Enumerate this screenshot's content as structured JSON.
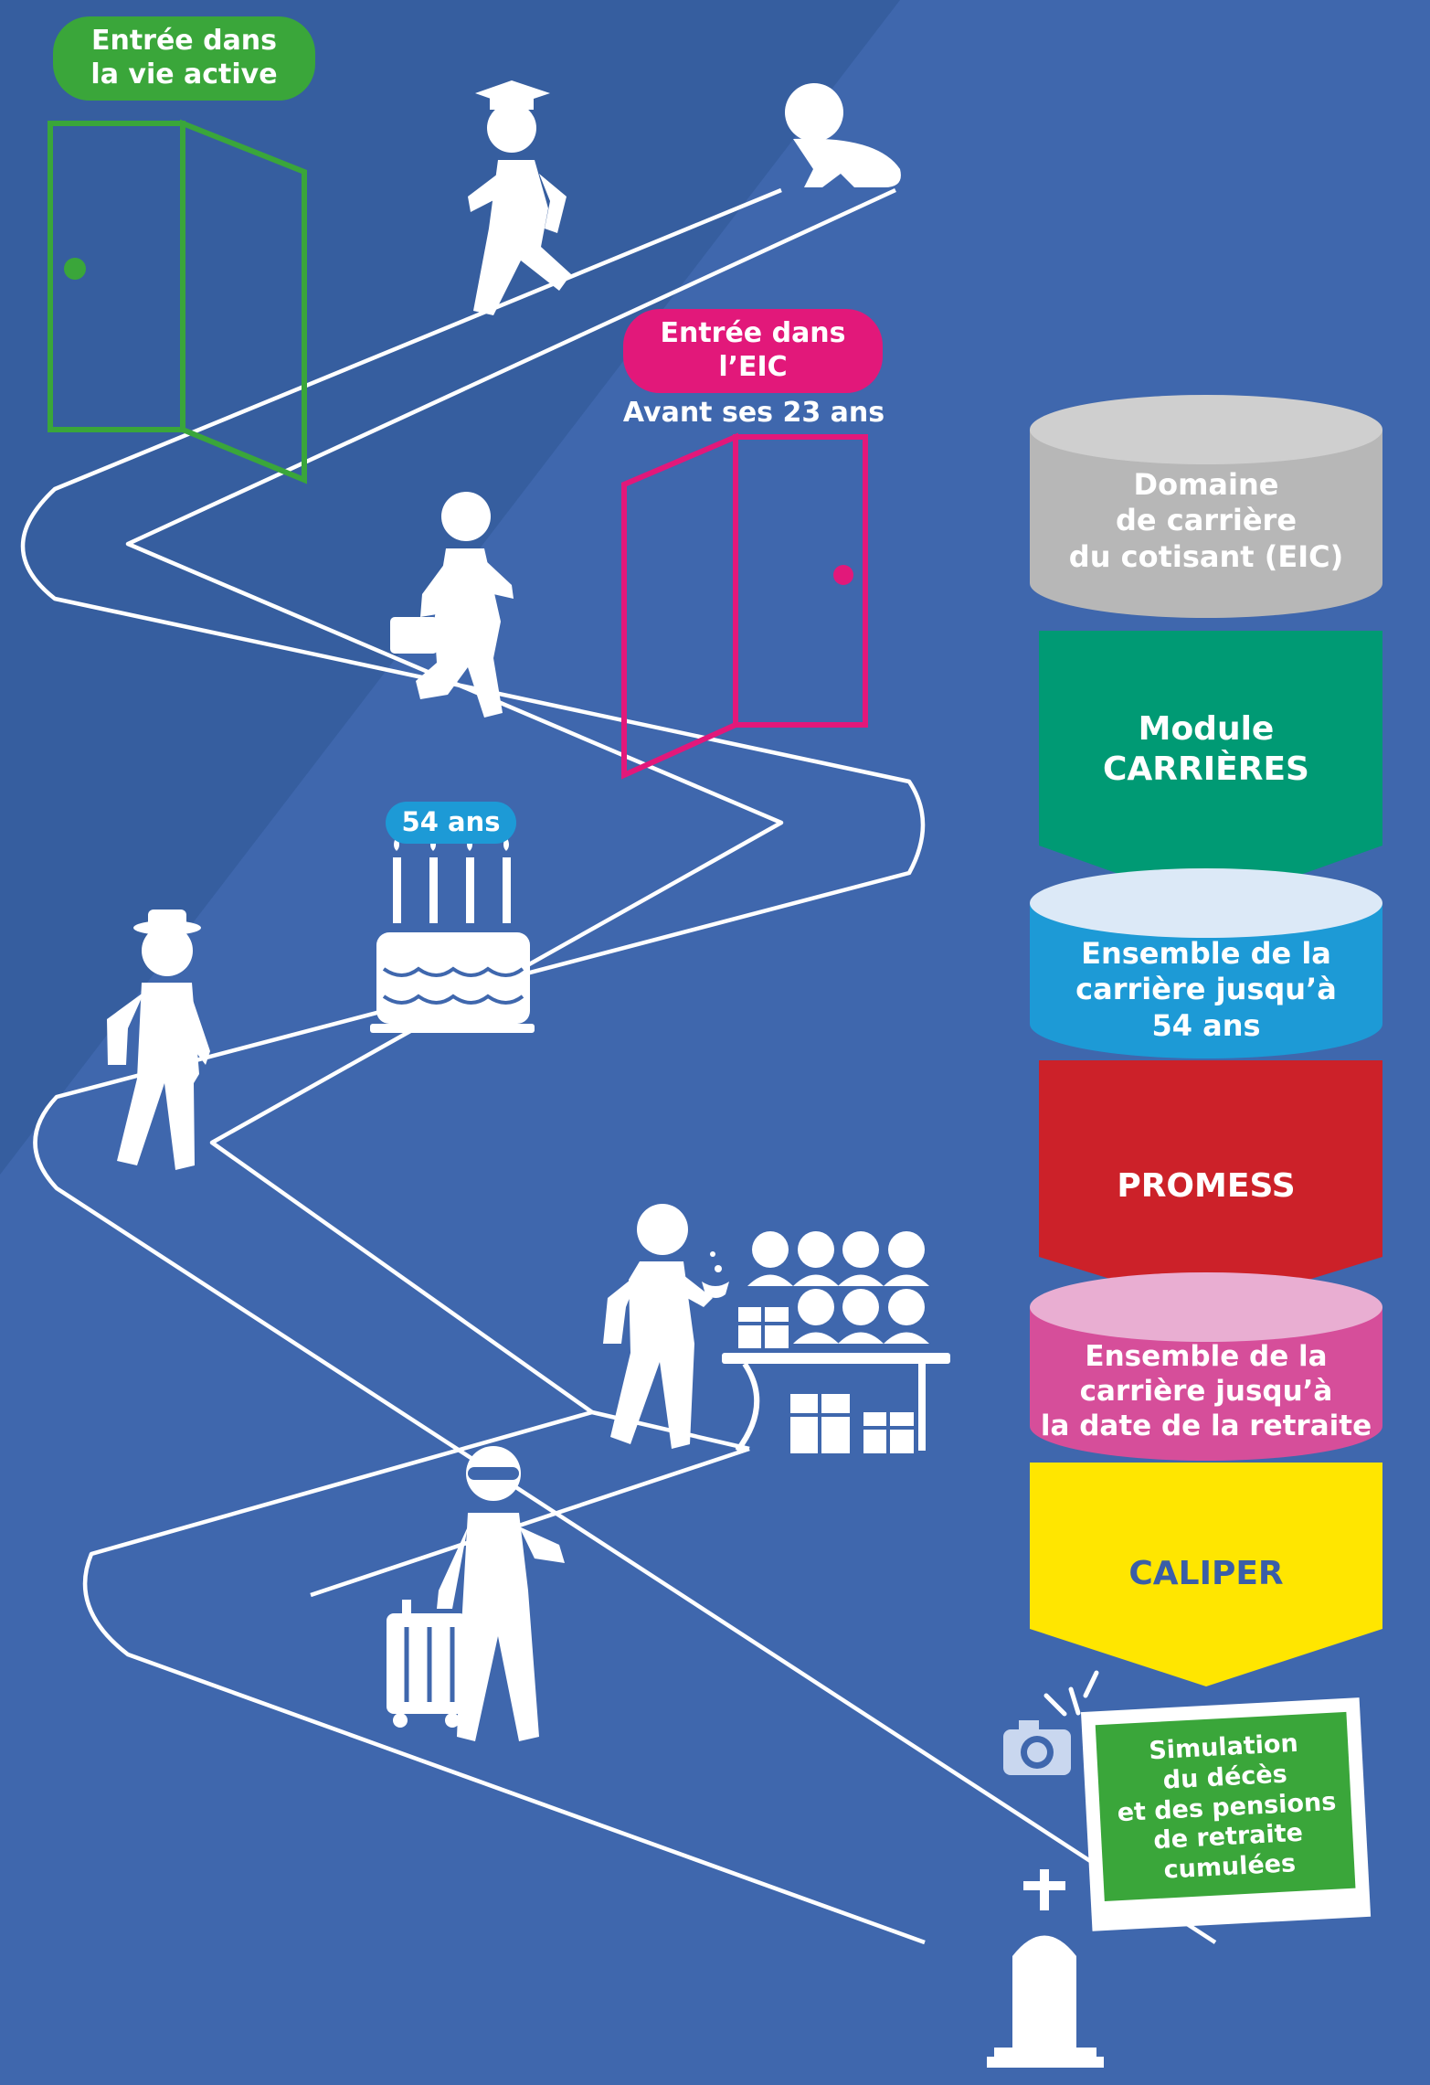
{
  "colors": {
    "background": "#3f67ad",
    "background_dark": "#365e9f",
    "path": "#ffffff",
    "green": "#3aa63a",
    "magenta": "#e2187a",
    "cyan": "#1d9ad6",
    "grey": "#b7b7b7",
    "teal": "#009a74",
    "red": "#cc2129",
    "pink": "#d64e9a",
    "yellow": "#ffe600",
    "photo_green": "#3aa63a"
  },
  "milestones": {
    "work_entry": "Entrée dans\nla vie active",
    "eic_entry": "Entrée dans\nl’EIC",
    "eic_entry_note": "Avant ses 23 ans",
    "age_54": "54 ans"
  },
  "pipeline": {
    "domain": "Domaine\nde carrière\ndu cotisant (EIC)",
    "module_carrieres": "Module\nCARRIÈRES",
    "career_54": "Ensemble de la\ncarrière jusqu’à\n54 ans",
    "promess": "PROMESS",
    "career_retirement": "Ensemble de la\ncarrière jusqu’à\nla date de la retraite",
    "caliper": "CALIPER",
    "simulation": "Simulation\ndu décès\net des pensions\nde retraite\ncumulées"
  },
  "icons": [
    "baby-icon",
    "graduate-icon",
    "worker-icon",
    "cake-icon",
    "mature-worker-icon",
    "retirement-party-icon",
    "gift-icon",
    "traveler-icon",
    "camera-icon",
    "tombstone-icon",
    "door-icon"
  ]
}
